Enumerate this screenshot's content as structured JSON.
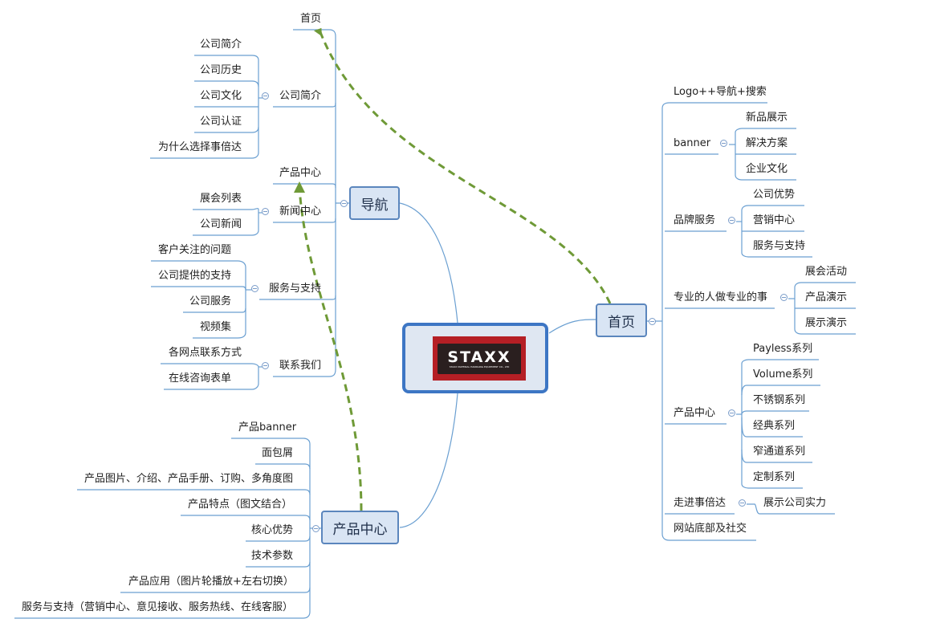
{
  "central": {
    "logo_text": "STAXX",
    "logo_subtext": "STAXX MATERIAL HANDLING EQUIPMENT CO., LTD"
  },
  "main_topics": {
    "nav": "导航",
    "home": "首页",
    "product_center": "产品中心"
  },
  "nav_branch": {
    "home": "首页",
    "company_intro": "公司简介",
    "company_intro_children": [
      "公司简介",
      "公司历史",
      "公司文化",
      "公司认证",
      "为什么选择事倍达"
    ],
    "product_center": "产品中心",
    "news_center": "新闻中心",
    "news_children": [
      "展会列表",
      "公司新闻"
    ],
    "service_support": "服务与支持",
    "service_children": [
      "客户关注的问题",
      "公司提供的支持",
      "公司服务",
      "视频集"
    ],
    "contact_us": "联系我们",
    "contact_children": [
      "各网点联系方式",
      "在线咨询表单"
    ]
  },
  "product_branch": {
    "items": [
      "产品banner",
      "面包屑",
      "产品图片、介绍、产品手册、订购、多角度图",
      "产品特点（图文结合）",
      "核心优势",
      "技术参数",
      "产品应用（图片轮播放+左右切换）",
      "服务与支持（营销中心、意见接收、服务热线、在线客服）"
    ]
  },
  "home_branch": {
    "logo_nav_search": "Logo++导航+搜索",
    "banner": "banner",
    "banner_children": [
      "新品展示",
      "解决方案",
      "企业文化"
    ],
    "brand_service": "品牌服务",
    "brand_children": [
      "公司优势",
      "营销中心",
      "服务与支持"
    ],
    "professional": "专业的人做专业的事",
    "professional_children": [
      "展会活动",
      "产品演示",
      "展示演示"
    ],
    "product_center": "产品中心",
    "product_children": [
      "Payless系列",
      "Volume系列",
      "不锈钢系列",
      "经典系列",
      "窄通道系列",
      "定制系列"
    ],
    "walk_in": "走进事倍达",
    "walk_in_children": [
      "展示公司实力"
    ],
    "footer": "网站底部及社交"
  },
  "colors": {
    "connector": "#6a9fd1",
    "topic_border": "#5b86bd",
    "topic_fill": "#d9e5f4",
    "relationship": "#6f9a37",
    "logo_red": "#b51f25"
  }
}
